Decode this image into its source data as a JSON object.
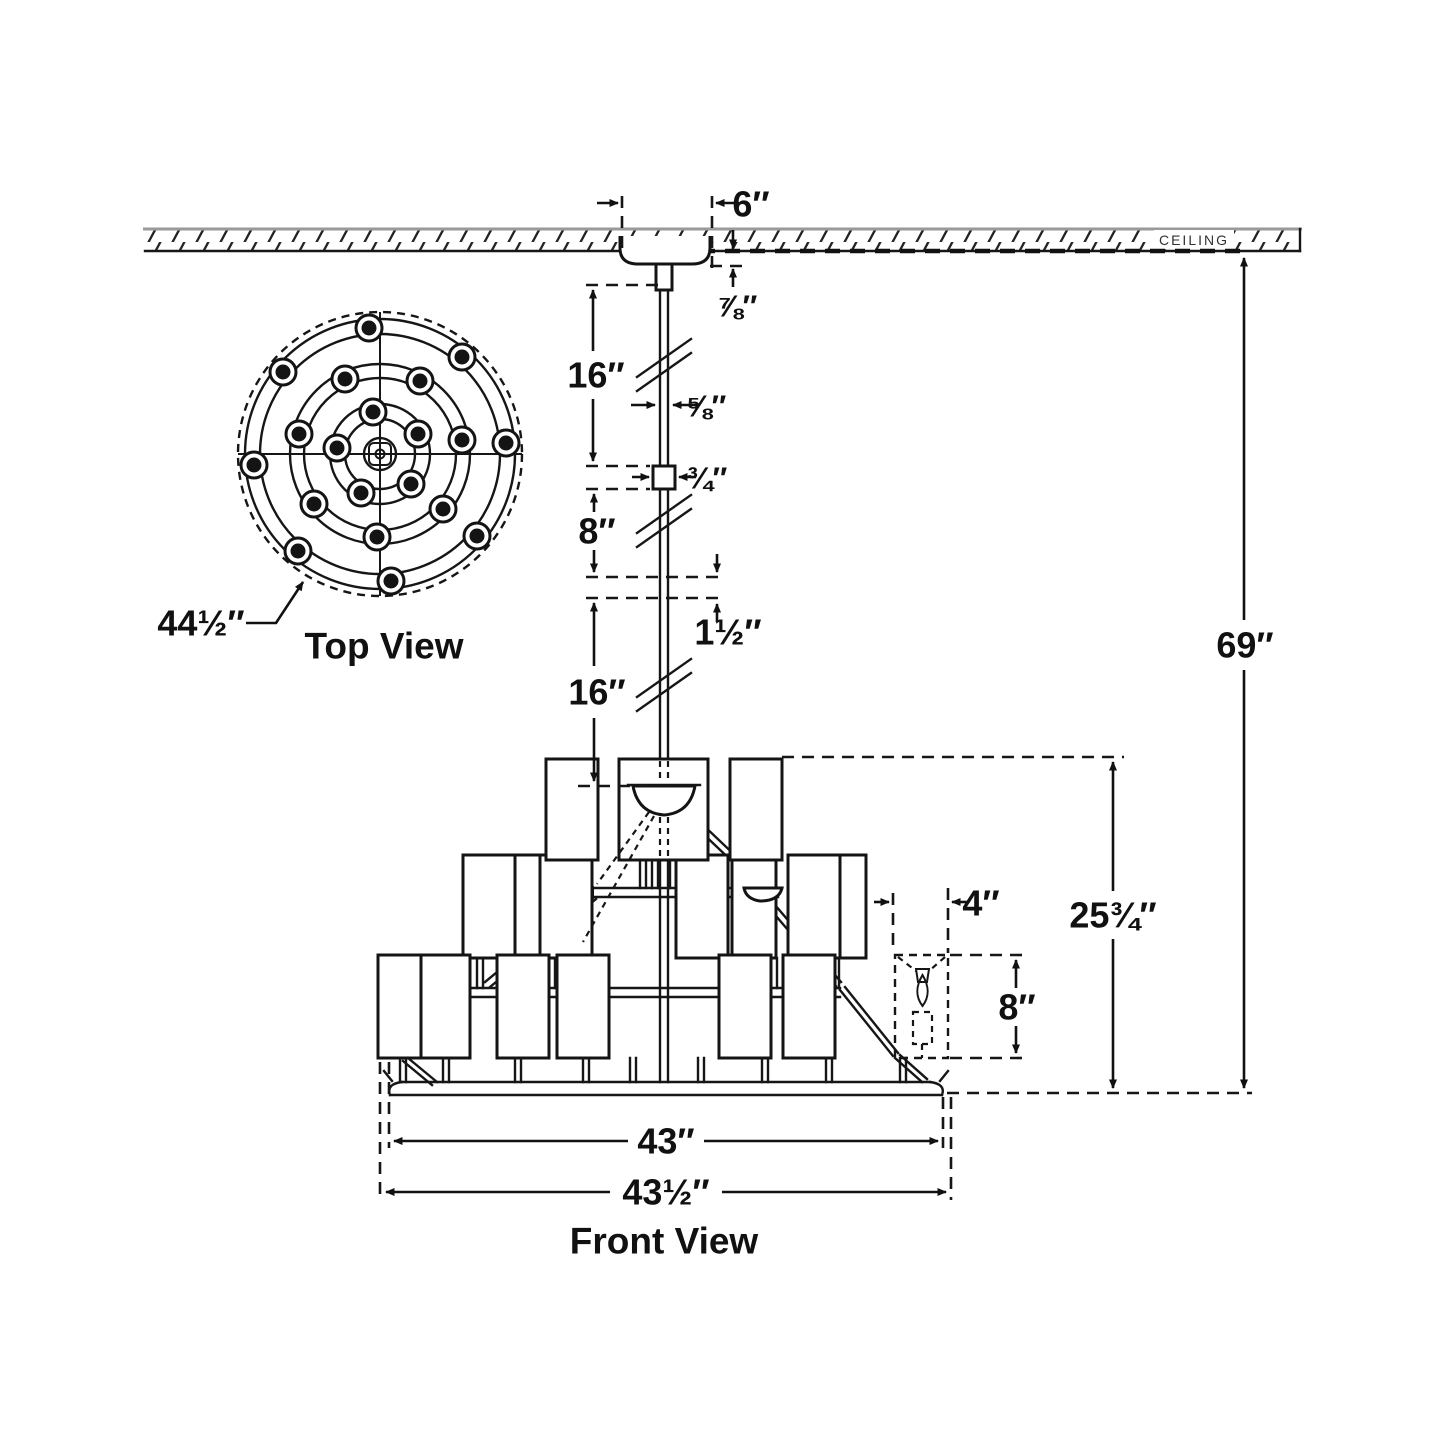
{
  "drawing": {
    "ceiling_label": "CEILING",
    "top_view": {
      "caption": "Top View",
      "diameter": "44½″"
    },
    "front_view": {
      "caption": "Front View"
    },
    "dims": {
      "canopy_width": "6″",
      "canopy_height": "⅞″",
      "rod_upper": "16″",
      "rod_diameter": "⅝″",
      "coupler_width": "¾″",
      "rod_mid": "8″",
      "coupler_gap": "1½″",
      "rod_lower": "16″",
      "overall_height": "69″",
      "fixture_height": "25¾″",
      "shade_width": "4″",
      "shade_height": "8″",
      "fixture_width": "43″",
      "fixture_overall_width": "43½″"
    }
  }
}
